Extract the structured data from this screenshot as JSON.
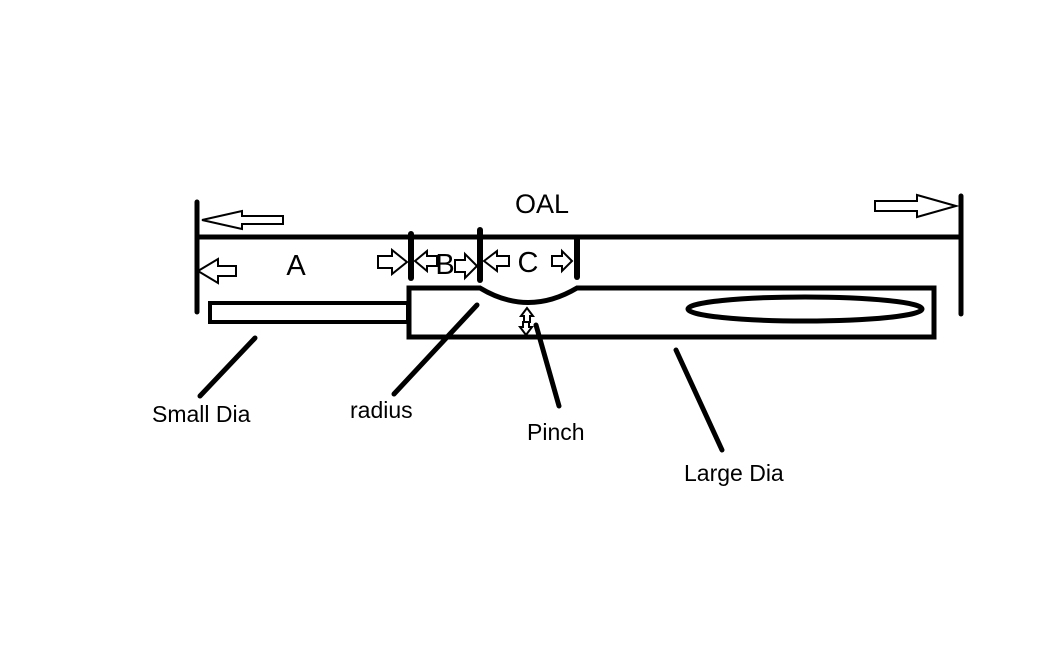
{
  "diagram": {
    "type": "engineering-dimension-sketch",
    "description": "Hand-drawn sketch of a turned part showing overall length and diameter callouts",
    "colors": {
      "ink": "#000000",
      "background": "#ffffff"
    },
    "labels": {
      "oal": "OAL",
      "section_a": "A",
      "section_b": "B",
      "section_c": "C",
      "small_dia": "Small Dia",
      "radius": "radius",
      "pinch": "Pinch",
      "large_dia": "Large Dia"
    }
  }
}
